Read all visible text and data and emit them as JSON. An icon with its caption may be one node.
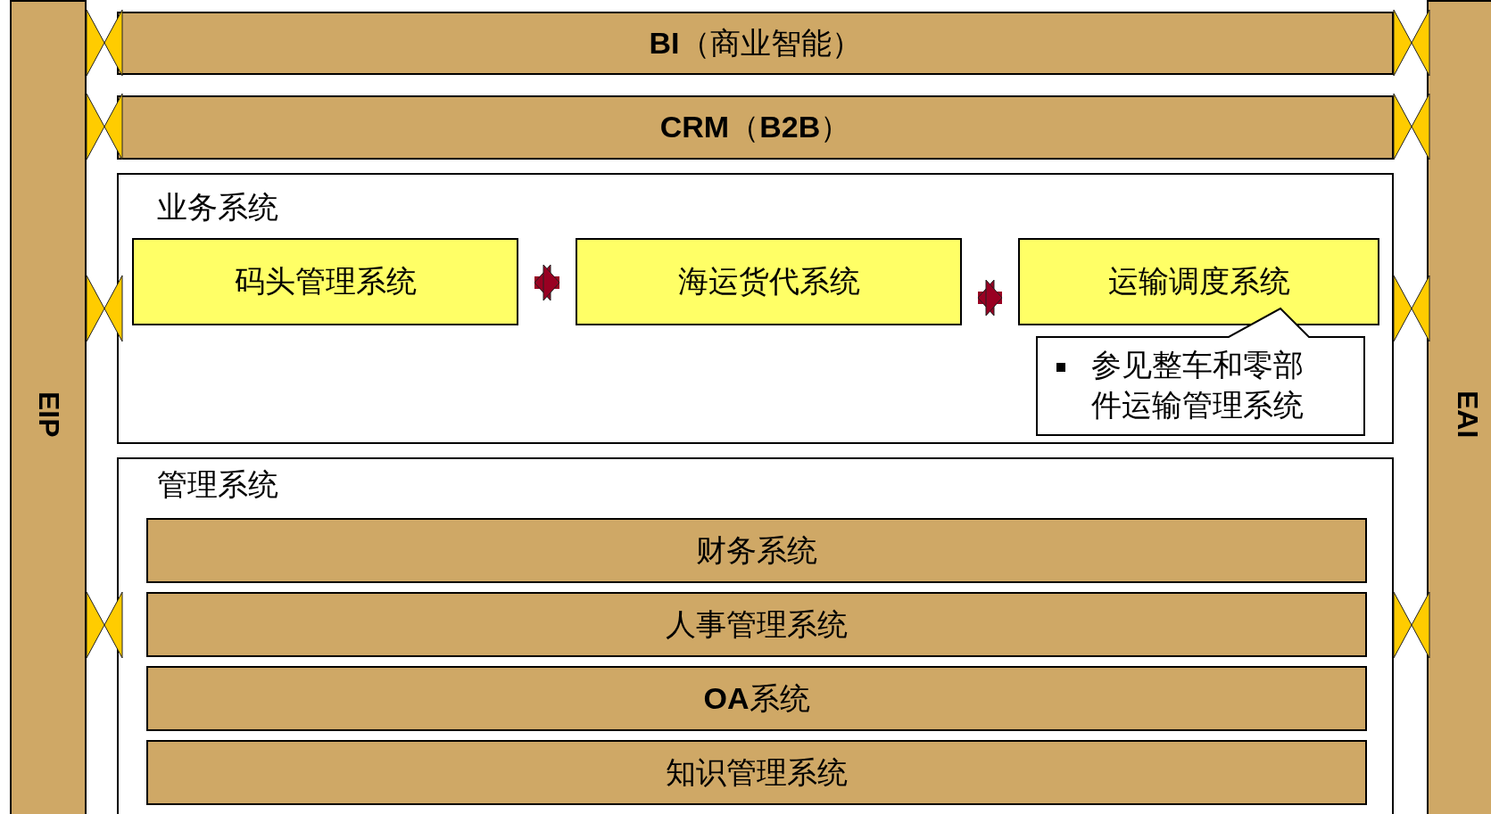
{
  "diagram": {
    "nodes": [
      {
        "text": [
          "EIP"
        ]
      },
      {
        "text": [
          "EAI"
        ]
      },
      {
        "text": [
          "**BI**（商业智能）"
        ]
      },
      {
        "text": [
          "**CRM**（**B2B**）"
        ]
      },
      {
        "text": [
          "业务系统"
        ]
      },
      {
        "text": [
          "码头管理系统"
        ],
        "in": 4
      },
      {
        "text": [
          "海运货代系统"
        ],
        "in": 4
      },
      {
        "text": [
          "运输调度系统"
        ],
        "in": 4
      },
      {
        "text": [
          "参见整车和零部件运输管理系统"
        ],
        "in": 4
      },
      {
        "text": [
          "管理系统"
        ]
      },
      {
        "text": [
          "财务系统"
        ],
        "in": 9
      },
      {
        "text": [
          "人事管理系统"
        ],
        "in": 9
      },
      {
        "text": [
          "**OA**系统"
        ],
        "in": 9
      },
      {
        "text": [
          "知识管理系统"
        ],
        "in": 9
      }
    ],
    "edges": [
      {
        "from": 0,
        "to": 2,
        "arrow": "both"
      },
      {
        "from": 0,
        "to": 3,
        "arrow": "both"
      },
      {
        "from": 0,
        "to": 4,
        "arrow": "both"
      },
      {
        "from": 0,
        "to": 9,
        "arrow": "both"
      },
      {
        "from": 2,
        "to": 1,
        "arrow": "both"
      },
      {
        "from": 3,
        "to": 1,
        "arrow": "both"
      },
      {
        "from": 4,
        "to": 1,
        "arrow": "both"
      },
      {
        "from": 9,
        "to": 1,
        "arrow": "both"
      },
      {
        "from": 5,
        "to": 6,
        "arrow": "both",
        "color": "#990022"
      },
      {
        "from": 6,
        "to": 7,
        "arrow": "both",
        "color": "#990022"
      }
    ]
  }
}
